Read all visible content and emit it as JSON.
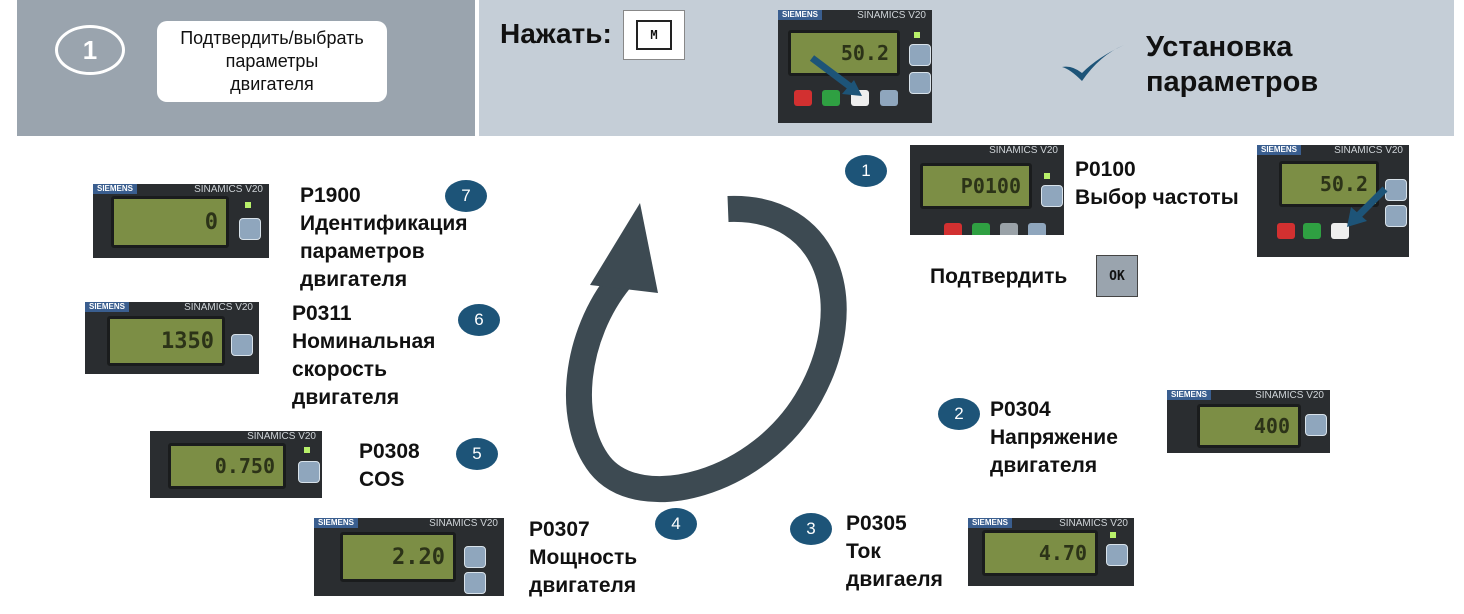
{
  "header": {
    "step_number": "1",
    "step_text": [
      "Подтвердить/выбрать",
      "параметры",
      "двигателя"
    ],
    "press_label": "Нажать:",
    "press_key": "M",
    "result_title": [
      "Установка",
      "параметров"
    ],
    "check_icon": "checkmark-icon"
  },
  "device": {
    "brand": "SIEMENS",
    "model": "SINAMICS V20",
    "header_display": "50.2"
  },
  "confirm": {
    "label": "Подтвердить",
    "key": "OK"
  },
  "steps": [
    {
      "num": "1",
      "code": "P0100",
      "desc": [
        "Выбор частоты"
      ],
      "display": "P0100",
      "side_display": "50.2"
    },
    {
      "num": "2",
      "code": "P0304",
      "desc": [
        "Напряжение",
        "двигателя"
      ],
      "display": "400"
    },
    {
      "num": "3",
      "code": "P0305",
      "desc": [
        "Ток",
        "двигаеля"
      ],
      "display": "4.70"
    },
    {
      "num": "4",
      "code": "P0307",
      "desc": [
        "Мощность",
        "двигателя"
      ],
      "display": "2.20"
    },
    {
      "num": "5",
      "code": "P0308",
      "desc": [
        "COS"
      ],
      "display": "0.750"
    },
    {
      "num": "6",
      "code": "P0311",
      "desc": [
        "Номинальная",
        "скорость",
        "двигателя"
      ],
      "display": "1350"
    },
    {
      "num": "7",
      "code": "P1900",
      "desc": [
        "Идентификация",
        "параметров",
        "двигателя"
      ],
      "display": "0"
    }
  ],
  "colors": {
    "header_left": "#9aa4ae",
    "header_right": "#c5ced7",
    "badge": "#1d5478",
    "cycle_arrow": "#3d4a52"
  }
}
